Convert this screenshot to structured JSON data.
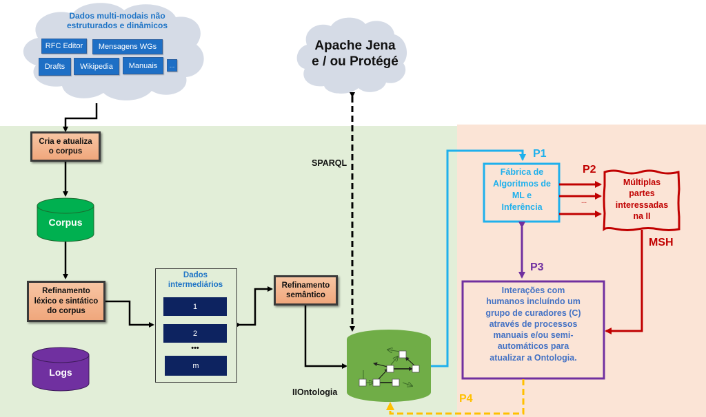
{
  "colors": {
    "green_region": "#e2eed8",
    "peach_region": "#fbe4d6",
    "cyan": "#1fb0ec",
    "red": "#c00000",
    "purple": "#7030a0",
    "yellow": "#ffc000",
    "corpus_green": "#00b050",
    "ontology_green": "#70ad47",
    "logs_purple": "#7030a0",
    "navy": "#0d2360",
    "chip_blue": "#1e6fc5"
  },
  "data_cloud": {
    "title_line1": "Dados multi-modais não",
    "title_line2": "estruturados e dinâmicos",
    "chips": [
      "RFC Editor",
      "Mensagens WGs",
      "Drafts",
      "Wikipedia",
      "Manuais",
      "..."
    ]
  },
  "jena_cloud": {
    "line1": "Apache Jena",
    "line2": "e / ou Protégé"
  },
  "boxes": {
    "create_corpus": [
      "Cria e atualiza",
      "o corpus"
    ],
    "lexical": [
      "Refinamento",
      "léxico e sintático",
      "do corpus"
    ],
    "semantic": [
      "Refinamento",
      "semântico"
    ]
  },
  "cylinders": {
    "corpus": "Corpus",
    "logs": "Logs",
    "ontology": "IIOntologia"
  },
  "intermediate": {
    "title_line1": "Dados",
    "title_line2": "intermediários",
    "items": [
      "1",
      "2",
      "m"
    ],
    "ellipsis": "•••"
  },
  "sparql_label": "SPARQL",
  "ml_factory": [
    "Fábrica de",
    "Algoritmos de",
    "ML e",
    "Inferência"
  ],
  "stakeholders": [
    "Múltiplas",
    "partes",
    "interessadas",
    "na II"
  ],
  "human_box": [
    "Interações com",
    "humanos incluíndo um",
    "grupo de curadores (C)",
    "através de processos",
    "manuais e/ou semi-",
    "automáticos para",
    "atualizar a Ontologia."
  ],
  "paths": {
    "p1": "P1",
    "p2": "P2",
    "p3": "P3",
    "p4": "P4",
    "msh": "MSH",
    "p2_ellipsis": "..."
  }
}
